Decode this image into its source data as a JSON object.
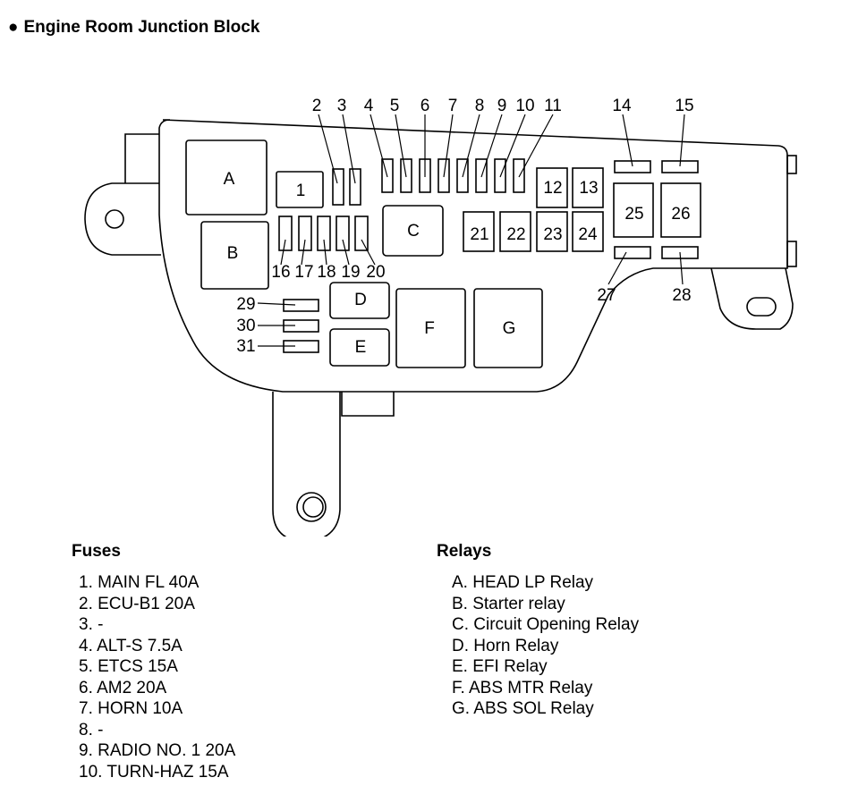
{
  "title": "Engine Room Junction Block",
  "components": {
    "A": "A",
    "B": "B",
    "C": "C",
    "D": "D",
    "E": "E",
    "F": "F",
    "G": "G",
    "n1": "1",
    "n12": "12",
    "n13": "13",
    "n21": "21",
    "n22": "22",
    "n23": "23",
    "n24": "24",
    "n25": "25",
    "n26": "26"
  },
  "callouts": {
    "n2": "2",
    "n3": "3",
    "n4": "4",
    "n5": "5",
    "n6": "6",
    "n7": "7",
    "n8": "8",
    "n9": "9",
    "n10": "10",
    "n11": "11",
    "n14": "14",
    "n15": "15",
    "n16": "16",
    "n17": "17",
    "n18": "18",
    "n19": "19",
    "n20": "20",
    "n27": "27",
    "n28": "28",
    "n29": "29",
    "n30": "30",
    "n31": "31"
  },
  "fuses": {
    "heading": "Fuses",
    "items": [
      "1. MAIN FL 40A",
      "2. ECU-B1 20A",
      "3. -",
      "4. ALT-S 7.5A",
      "5. ETCS 15A",
      "6. AM2 20A",
      "7. HORN 10A",
      "8. -",
      "9. RADIO NO. 1 20A",
      "10. TURN-HAZ 15A"
    ]
  },
  "relays": {
    "heading": "Relays",
    "items": [
      "A. HEAD LP Relay",
      "B. Starter relay",
      "C. Circuit Opening Relay",
      "D. Horn Relay",
      "E. EFI Relay",
      "F. ABS MTR Relay",
      "G. ABS SOL Relay"
    ]
  }
}
